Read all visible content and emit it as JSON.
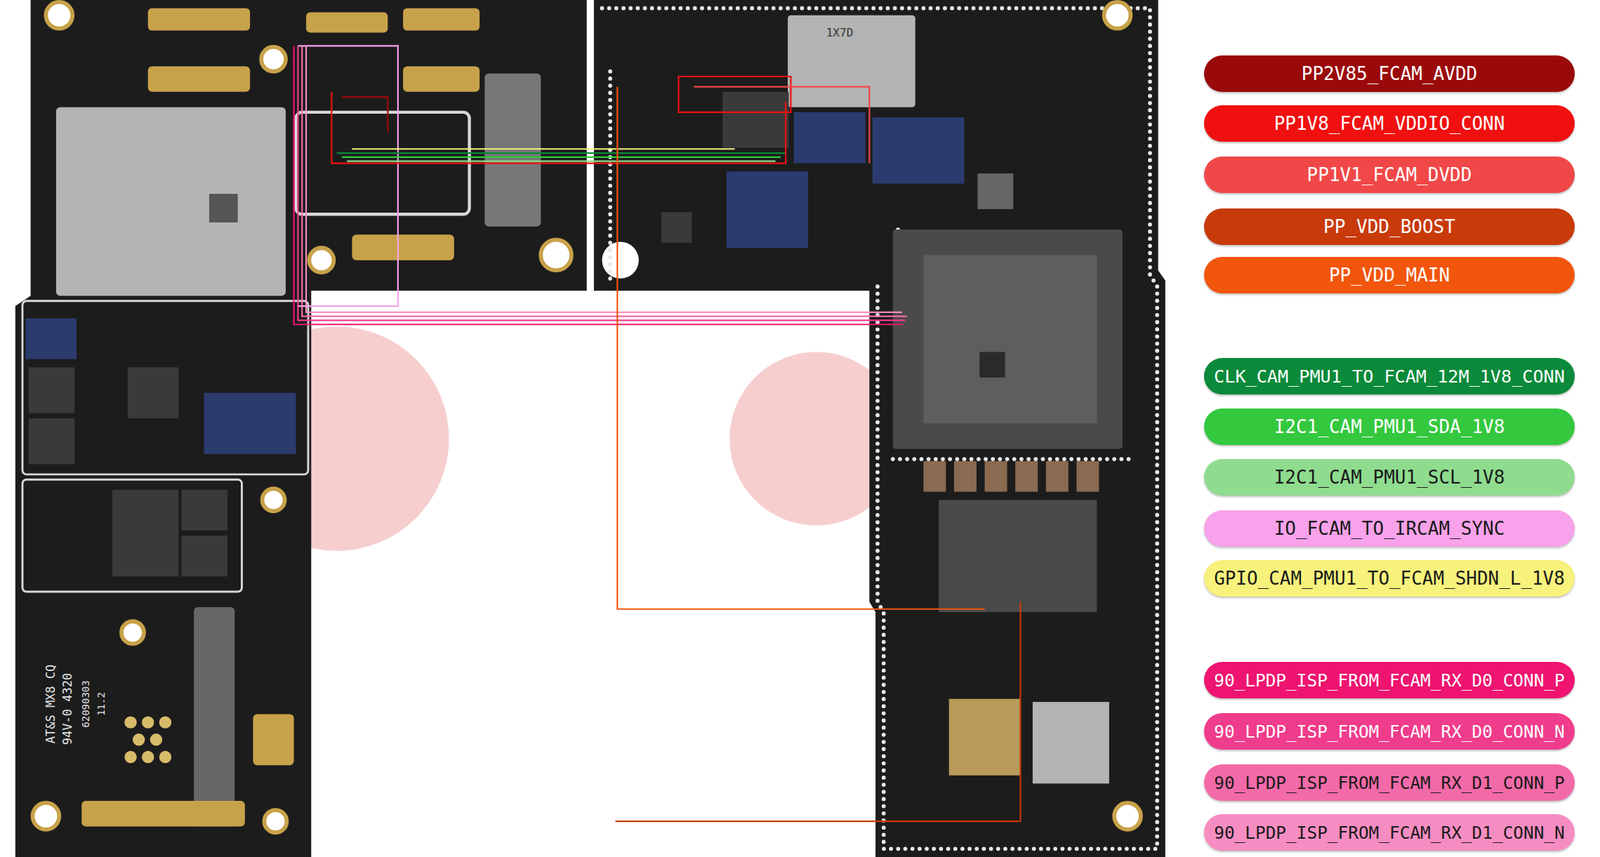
{
  "diagram": {
    "labels": [
      "1X7D",
      "AT&S MX8 CQ",
      "94V-0 4320",
      "62090303",
      "11.2"
    ],
    "legend": [
      {
        "text": "PP2V85_FCAM_AVDD",
        "color": "#9b0a0a"
      },
      {
        "text": "PP1V8_FCAM_VDDIO_CONN",
        "color": "#f01010"
      },
      {
        "text": "PP1V1_FCAM_DVDD",
        "color": "#f04848"
      },
      {
        "text": "PP_VDD_BOOST",
        "color": "#c83a0a"
      },
      {
        "text": "PP_VDD_MAIN",
        "color": "#f2560d"
      },
      {
        "text": "CLK_CAM_PMU1_TO_FCAM_12M_1V8_CONN",
        "color": "#0a8a3a"
      },
      {
        "text": "I2C1_CAM_PMU1_SDA_1V8",
        "color": "#34c83e"
      },
      {
        "text": "I2C1_CAM_PMU1_SCL_1V8",
        "color": "#8fdc8f"
      },
      {
        "text": "IO_FCAM_TO_IRCAM_SYNC",
        "color": "#f7a2ea"
      },
      {
        "text": "GPIO_CAM_PMU1_TO_FCAM_SHDN_L_1V8",
        "color": "#f6f27c"
      },
      {
        "text": "90_LPDP_ISP_FROM_FCAM_RX_D0_CONN_P",
        "color": "#ee1470"
      },
      {
        "text": "90_LPDP_ISP_FROM_FCAM_RX_D0_CONN_N",
        "color": "#f03c8c"
      },
      {
        "text": "90_LPDP_ISP_FROM_FCAM_RX_D1_CONN_P",
        "color": "#f36aa8"
      },
      {
        "text": "90_LPDP_ISP_FROM_FCAM_RX_D1_CONN_N",
        "color": "#f68dc2"
      }
    ]
  }
}
